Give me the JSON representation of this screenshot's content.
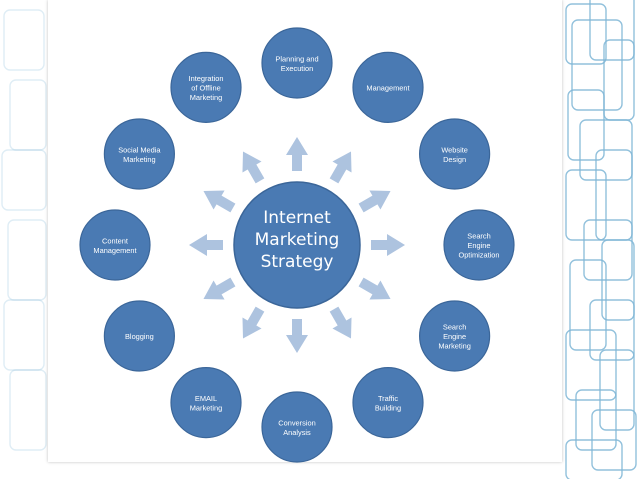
{
  "diagram": {
    "center": {
      "lines": [
        "Internet",
        "Marketing",
        "Strategy"
      ]
    },
    "nodes": [
      {
        "id": "planning",
        "lines": [
          "Planning and",
          "Execution"
        ]
      },
      {
        "id": "management",
        "lines": [
          "Management"
        ]
      },
      {
        "id": "website-design",
        "lines": [
          "Website",
          "Design"
        ]
      },
      {
        "id": "seo",
        "lines": [
          "Search",
          "Engine",
          "Optimization"
        ]
      },
      {
        "id": "sem",
        "lines": [
          "Search",
          "Engine",
          "Marketing"
        ]
      },
      {
        "id": "traffic",
        "lines": [
          "Traffic",
          "Building"
        ]
      },
      {
        "id": "conversion",
        "lines": [
          "Conversion",
          "Analysis"
        ]
      },
      {
        "id": "email",
        "lines": [
          "EMAIL",
          "Marketing"
        ]
      },
      {
        "id": "blogging",
        "lines": [
          "Blogging"
        ]
      },
      {
        "id": "content",
        "lines": [
          "Content",
          "Management"
        ]
      },
      {
        "id": "social",
        "lines": [
          "Social Media",
          "Marketing"
        ]
      },
      {
        "id": "offline",
        "lines": [
          "Integration",
          "of Offline",
          "Marketing"
        ]
      }
    ],
    "colors": {
      "node_fill": "#4a7ab3",
      "node_stroke": "#3b6699",
      "arrow_fill": "#adc3df",
      "text": "#ffffff",
      "background_lines": "#7fb6d6"
    }
  }
}
